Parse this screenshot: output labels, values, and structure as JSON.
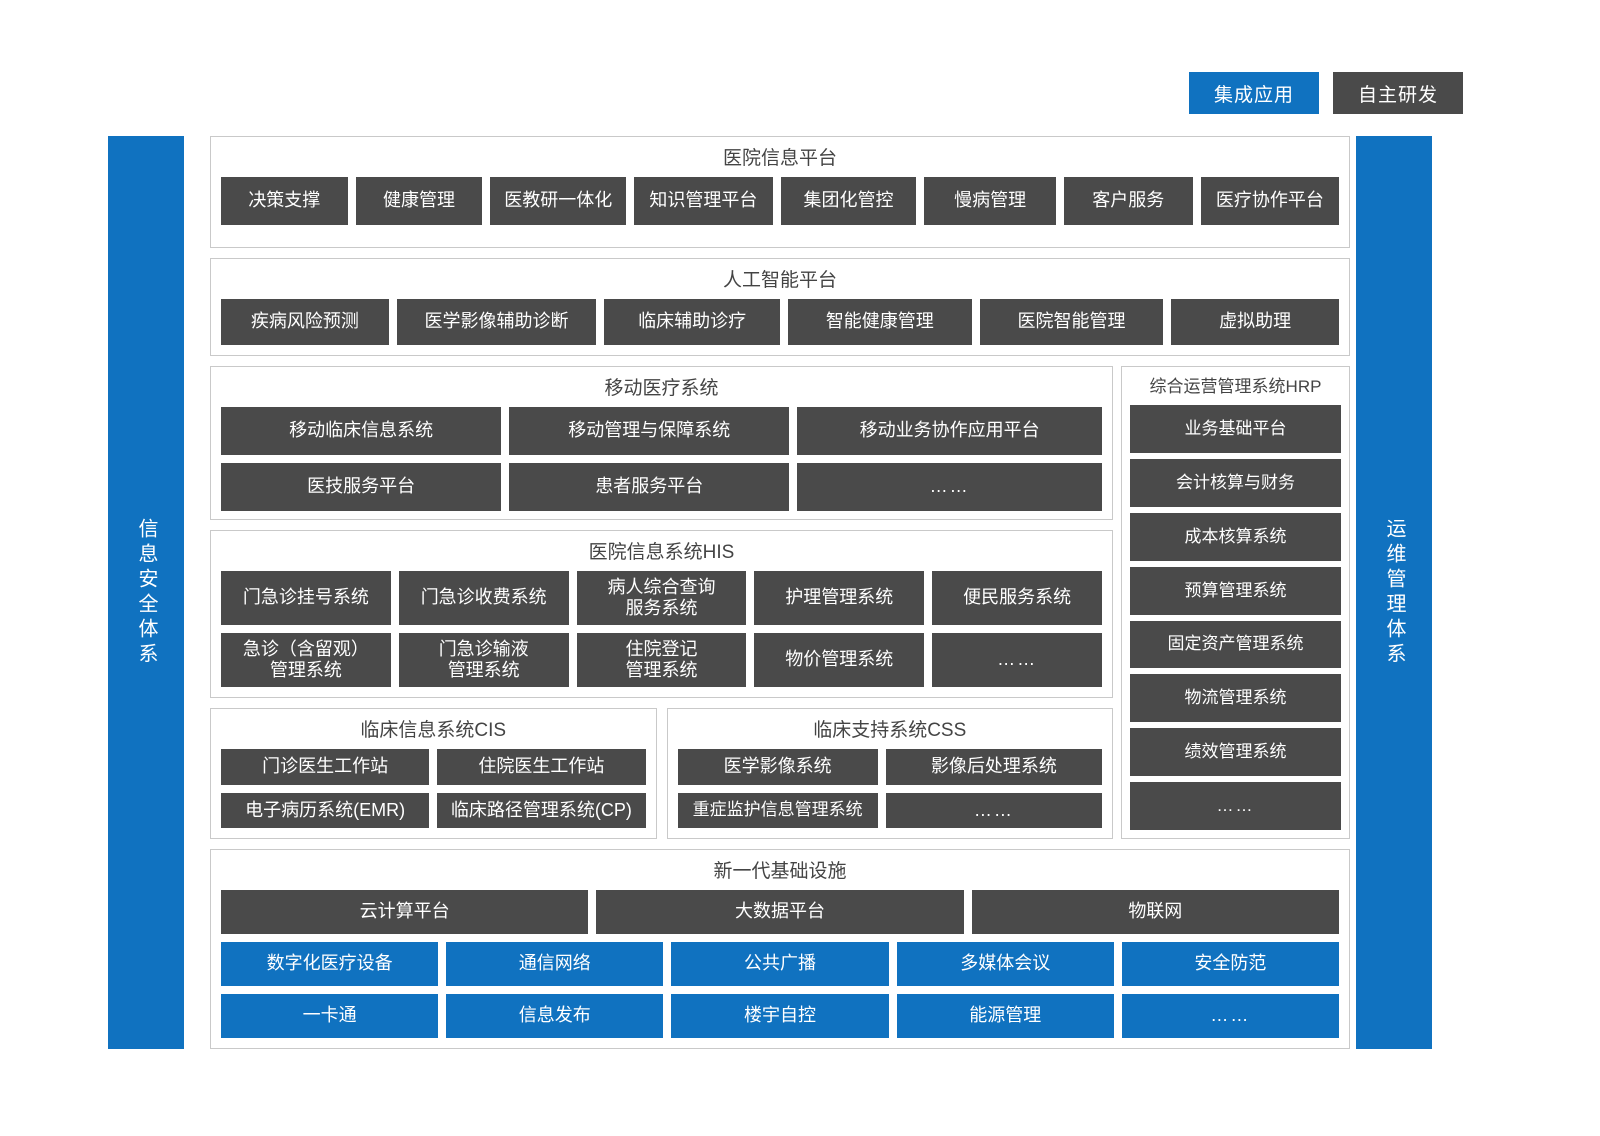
{
  "legend": [
    {
      "label": "集成应用",
      "color": "#1072c0",
      "kind": "blue"
    },
    {
      "label": "自主研发",
      "color": "#4a4a4a",
      "kind": "gray"
    }
  ],
  "sidebars": {
    "left": "信息安全体系",
    "right": "运维管理体系"
  },
  "sections": {
    "platform": {
      "title": "医院信息平台",
      "items": [
        "决策支撑",
        "健康管理",
        "医教研一体化",
        "知识管理平台",
        "集团化管控",
        "慢病管理",
        "客户服务",
        "医疗协作平台"
      ]
    },
    "ai": {
      "title": "人工智能平台",
      "items": [
        "疾病风险预测",
        "医学影像辅助诊断",
        "临床辅助诊疗",
        "智能健康管理",
        "医院智能管理",
        "虚拟助理"
      ]
    },
    "mobile": {
      "title": "移动医疗系统",
      "row1": [
        "移动临床信息系统",
        "移动管理与保障系统",
        "移动业务协作应用平台"
      ],
      "row2": [
        "医技服务平台",
        "患者服务平台",
        "……"
      ]
    },
    "his": {
      "title": "医院信息系统HIS",
      "row1": [
        "门急诊挂号系统",
        "门急诊收费系统",
        "病人综合查询\n服务系统",
        "护理管理系统",
        "便民服务系统"
      ],
      "row2": [
        "急诊（含留观）\n管理系统",
        "门急诊输液\n管理系统",
        "住院登记\n管理系统",
        "物价管理系统",
        "……"
      ]
    },
    "cis": {
      "title": "临床信息系统CIS",
      "row1": [
        "门诊医生工作站",
        "住院医生工作站"
      ],
      "row2": [
        "电子病历系统(EMR)",
        "临床路径管理系统(CP)"
      ]
    },
    "css": {
      "title": "临床支持系统CSS",
      "row1": [
        "医学影像系统",
        "影像后处理系统"
      ],
      "row2": [
        "重症监护信息管理系统",
        "……"
      ]
    },
    "hrp": {
      "title": "综合运营管理系统HRP",
      "items": [
        "业务基础平台",
        "会计核算与财务",
        "成本核算系统",
        "预算管理系统",
        "固定资产管理系统",
        "物流管理系统",
        "绩效管理系统",
        "……"
      ]
    },
    "infra": {
      "title": "新一代基础设施",
      "row1": [
        "云计算平台",
        "大数据平台",
        "物联网"
      ],
      "row2": [
        "数字化医疗设备",
        "通信网络",
        "公共广播",
        "多媒体会议",
        "安全防范"
      ],
      "row3": [
        "一卡通",
        "信息发布",
        "楼宇自控",
        "能源管理",
        "……"
      ]
    }
  },
  "colors": {
    "blue": "#1072c0",
    "gray": "#4a4a4a",
    "border": "#c9c9c9",
    "text": "#ffffff",
    "title": "#444444"
  }
}
